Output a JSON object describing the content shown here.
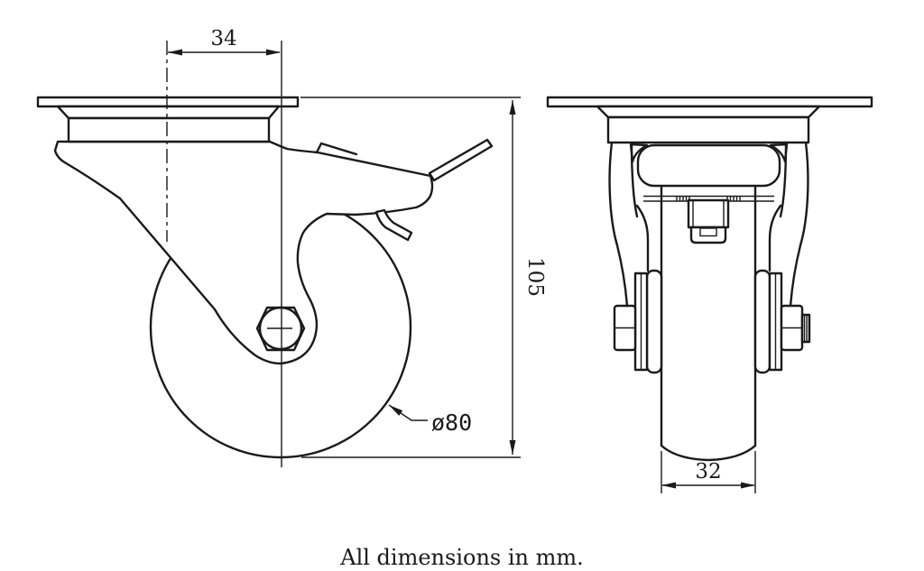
{
  "drawing": {
    "caption": "All dimensions in mm.",
    "dimensions": {
      "plate_offset": "34",
      "overall_height": "105",
      "wheel_diameter": "ø80",
      "wheel_width": "32"
    },
    "colors": {
      "line": "#1a1a1a",
      "background": "#ffffff"
    }
  }
}
